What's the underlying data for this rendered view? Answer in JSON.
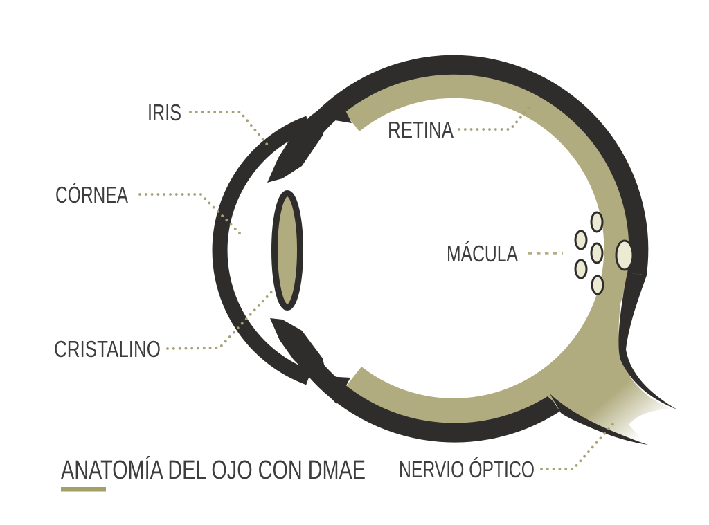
{
  "title": {
    "text": "ANATOMÍA DEL OJO CON DMAE"
  },
  "labels": {
    "iris": "IRIS",
    "cornea": "CÓRNEA",
    "cristalino": "CRISTALINO",
    "retina": "RETINA",
    "macula": "MÁCULA",
    "nervio_optico": "NERVIO ÓPTICO"
  },
  "colors": {
    "ink_dark": "#2e2d2b",
    "olive": "#b1ac80",
    "drusen_fill": "#ecead2",
    "leader_dots": "#a7a276",
    "label_text": "#3d3d3d",
    "title_underline": "#a4a066",
    "background": "#ffffff"
  }
}
